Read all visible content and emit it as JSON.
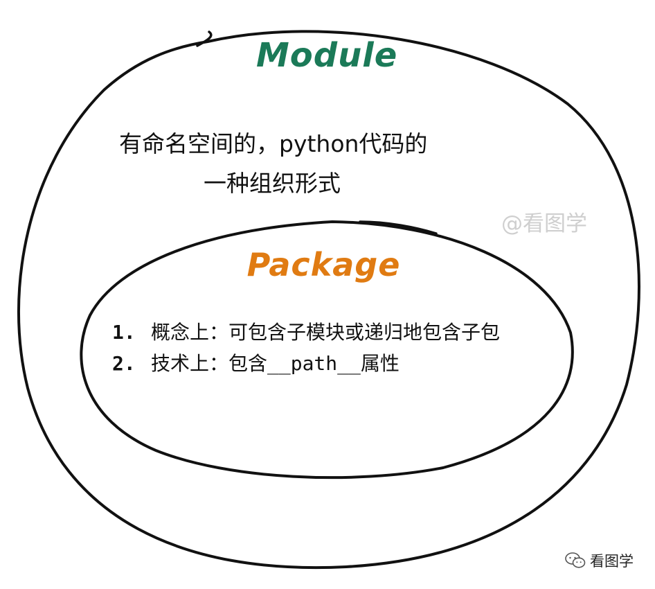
{
  "module": {
    "title": "Module",
    "color": "#1b7a58",
    "description_line_1": "有命名空间的，python代码的",
    "description_line_2": "一种组织形式"
  },
  "package": {
    "title": "Package",
    "color": "#e07b12",
    "points": [
      {
        "number": "1.",
        "text": "概念上：可包含子模块或递归地包含子包"
      },
      {
        "number": "2.",
        "text": "技术上：包含__path__属性"
      }
    ]
  },
  "watermark": "@看图学",
  "footer": {
    "icon": "wechat-icon",
    "text": "看图学"
  }
}
